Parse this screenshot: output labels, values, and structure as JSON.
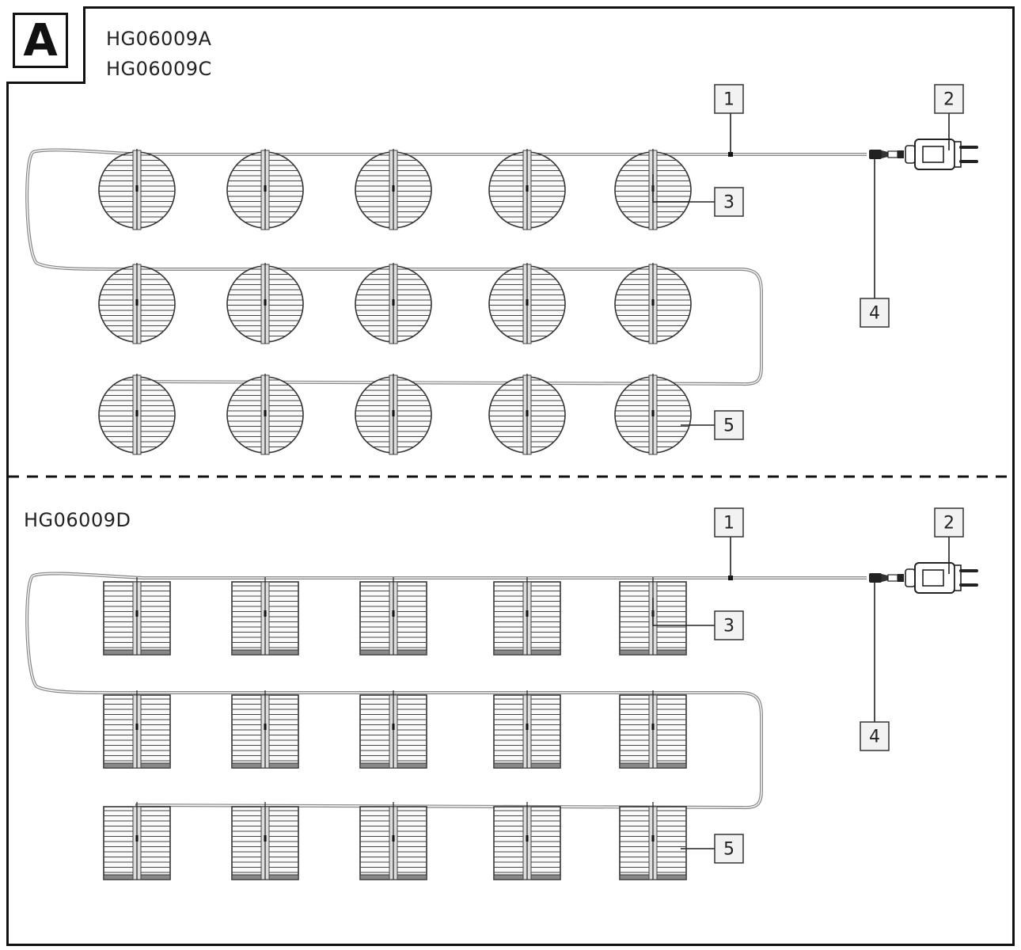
{
  "figure_letter": "A",
  "sections": [
    {
      "models": [
        "HG06009A",
        "HG06009C"
      ],
      "lantern_shape": "round",
      "callouts": [
        "1",
        "2",
        "3",
        "4",
        "5"
      ]
    },
    {
      "models": [
        "HG06009D"
      ],
      "lantern_shape": "square",
      "callouts": [
        "1",
        "2",
        "3",
        "4",
        "5"
      ]
    }
  ]
}
